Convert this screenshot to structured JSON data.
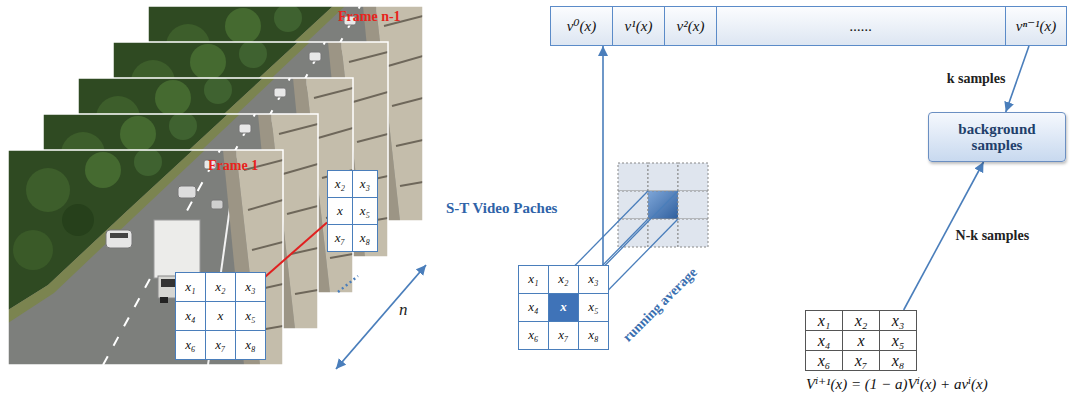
{
  "diagram": {
    "nodes": [
      {
        "text": [
          "v⁰(x)"
        ]
      },
      {
        "text": [
          "v¹(x)"
        ]
      },
      {
        "text": [
          "v²(x)"
        ]
      },
      {
        "text": [
          "......"
        ]
      },
      {
        "text": [
          "vⁿ⁻¹(x)"
        ]
      },
      {
        "text": [
          "background samples"
        ]
      },
      {
        "text": [
          "x₂"
        ]
      },
      {
        "text": [
          "x₃"
        ]
      },
      {
        "text": [
          "x"
        ]
      },
      {
        "text": [
          "x₅"
        ]
      },
      {
        "text": [
          "x₇"
        ]
      },
      {
        "text": [
          "x₈"
        ]
      },
      {
        "text": [
          "x₁"
        ]
      },
      {
        "text": [
          "x₂"
        ]
      },
      {
        "text": [
          "x₃"
        ]
      },
      {
        "text": [
          "x₄"
        ]
      },
      {
        "text": [
          "x"
        ]
      },
      {
        "text": [
          "x₅"
        ]
      },
      {
        "text": [
          "x₆"
        ]
      },
      {
        "text": [
          "x₇"
        ]
      },
      {
        "text": [
          "x₈"
        ]
      },
      {
        "text": [
          "x₁"
        ]
      },
      {
        "text": [
          "x₂"
        ]
      },
      {
        "text": [
          "x₃"
        ]
      },
      {
        "text": [
          "x₄"
        ]
      },
      {
        "text": [
          "x"
        ]
      },
      {
        "text": [
          "x₅"
        ]
      },
      {
        "text": [
          "x₆"
        ]
      },
      {
        "text": [
          "x₇"
        ]
      },
      {
        "text": [
          "x₈"
        ]
      },
      {
        "text": [
          "x₁"
        ]
      },
      {
        "text": [
          "x₂"
        ]
      },
      {
        "text": [
          "x₃"
        ]
      },
      {
        "text": [
          "x₄"
        ]
      },
      {
        "text": [
          "x"
        ]
      },
      {
        "text": [
          "x₅"
        ]
      },
      {
        "text": [
          "x₆"
        ]
      },
      {
        "text": [
          "x₇"
        ]
      },
      {
        "text": [
          "x₈"
        ]
      }
    ],
    "edges": [
      {
        "from": 16,
        "to": 8,
        "arrow": "none"
      },
      {
        "from": 23,
        "to": 0,
        "arrow": "to"
      },
      {
        "from": 4,
        "to": 5,
        "label": "k samples",
        "arrow": "to"
      },
      {
        "from": 32,
        "to": 5,
        "label": "N-k samples",
        "arrow": "to"
      }
    ],
    "labels": [
      "Frame n-1",
      "Frame 1",
      "n",
      "S-T Video Paches",
      "running average",
      "Vⁱ⁺¹(x) = (1 − a)Vⁱ(x) + avⁱ(x)"
    ]
  }
}
